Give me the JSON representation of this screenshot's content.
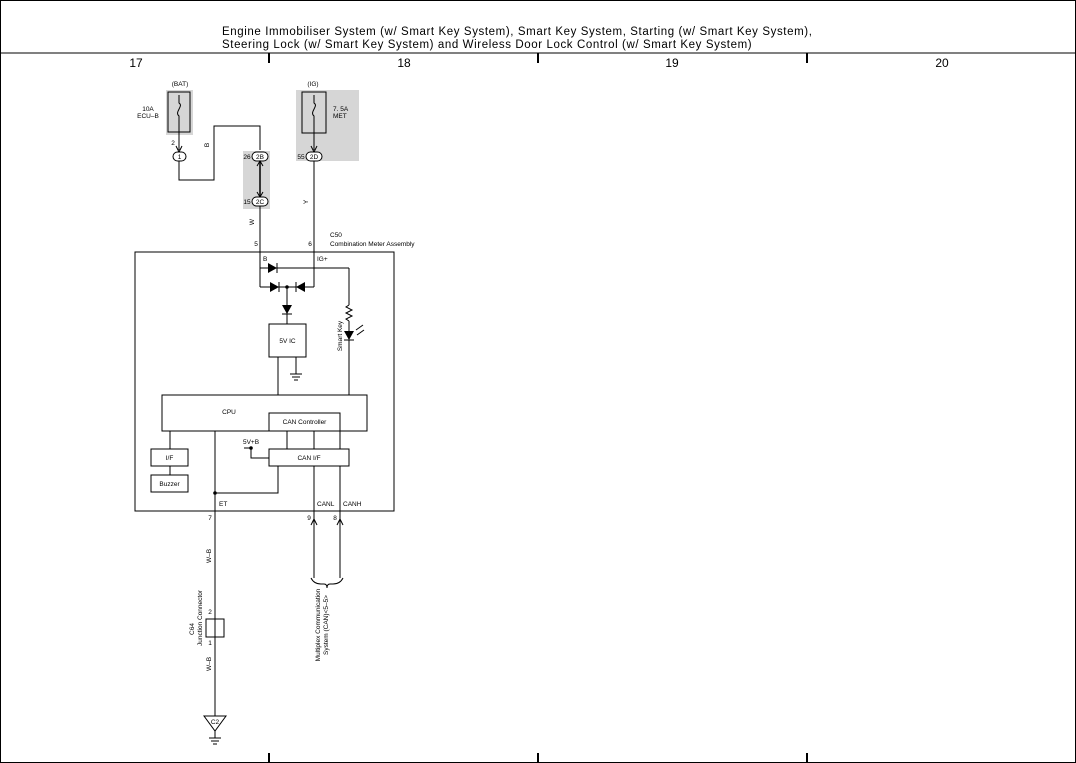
{
  "header": {
    "title_line1": "Engine Immobiliser System (w/ Smart Key System),  Smart Key System,  Starting (w/ Smart Key System),",
    "title_line2": "Steering Lock (w/ Smart Key System) and Wireless Door Lock Control (w/ Smart Key System)",
    "columns": [
      "17",
      "18",
      "19",
      "20"
    ]
  },
  "fuses": {
    "bat": {
      "source": "(BAT)",
      "rating": "10A",
      "name": "ECU–B",
      "pin": "2",
      "connector": "1"
    },
    "ig": {
      "source": "(IG)",
      "rating": "7. 5A",
      "name": "MET",
      "pin": "55",
      "connector": "2D"
    }
  },
  "junction": {
    "top_pin": "26",
    "top_connector": "2B",
    "bottom_pin": "15",
    "bottom_connector": "2C"
  },
  "wire_colors": {
    "b": "B",
    "w": "W",
    "y": "Y",
    "wb_upper": "W–B",
    "wb_lower": "W–B"
  },
  "meter": {
    "code": "C50",
    "name": "Combination Meter Assembly",
    "pin_b": "5",
    "pin_ig": "6",
    "label_b": "B",
    "label_ig": "IG+",
    "regulator": "5V IC",
    "cpu": "CPU",
    "can_controller": "CAN Controller",
    "vcc": "5V+B",
    "if": "I/F",
    "can_if": "CAN I/F",
    "buzzer": "Buzzer",
    "smart_key": "Smart Key",
    "label_et": "ET",
    "label_canl": "CANL",
    "label_canh": "CANH",
    "pin_et": "7",
    "pin_canl": "9",
    "pin_canh": "8"
  },
  "can_bus": {
    "label_line1": "Multiplex Communication",
    "label_line2": "System (CAN)<5–5>"
  },
  "connector_c64": {
    "code": "C64",
    "name": "Junction Connector",
    "pin_top": "2",
    "pin_bottom": "1"
  },
  "ground": {
    "label": "C2"
  }
}
